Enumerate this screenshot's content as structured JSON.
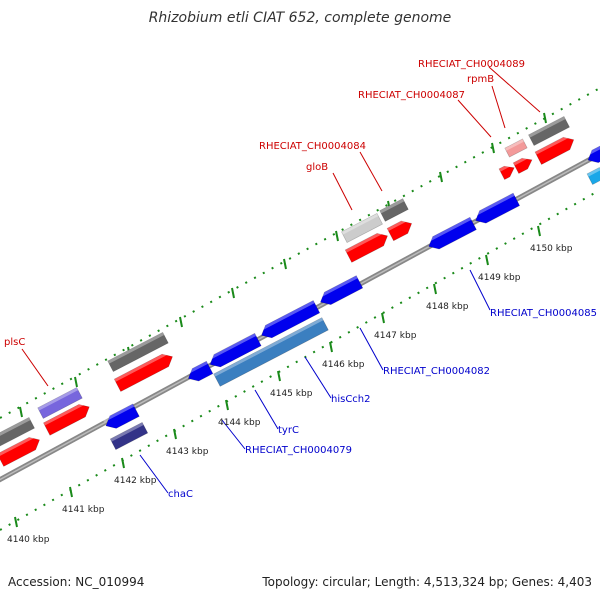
{
  "title": "Rhizobium etli CIAT 652, complete genome",
  "footer": {
    "accession": "Accession: NC_010994",
    "summary": "Topology: circular; Length: 4,513,324 bp; Genes: 4,403"
  },
  "colors": {
    "forward_cds": "#ff0000",
    "forward_gene": "#666666",
    "reverse_cds": "#0000ee",
    "reverse_gene": "#2f6fb0",
    "tick": "#1a8a1a",
    "label_forward": "#cc0000",
    "label_reverse": "#0000cc"
  },
  "tick_labels": [
    "4140 kbp",
    "4141 kbp",
    "4142 kbp",
    "4143 kbp",
    "4144 kbp",
    "4145 kbp",
    "4146 kbp",
    "4147 kbp",
    "4148 kbp",
    "4149 kbp",
    "4150 kbp"
  ],
  "forward_labels": [
    "RHECIAT_CH0004089",
    "rpmB",
    "RHECIAT_CH0004087",
    "RHECIAT_CH0004084",
    "gloB",
    "plsC"
  ],
  "reverse_labels": [
    "RHECIAT_CH0004085",
    "RHECIAT_CH0004082",
    "hisCch2",
    "tyrC",
    "RHECIAT_CH0004079",
    "chaC"
  ]
}
